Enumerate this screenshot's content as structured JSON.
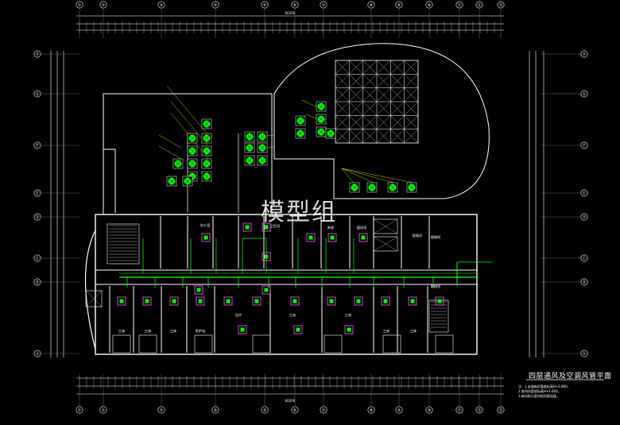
{
  "drawing": {
    "title": "四层通风及空调风管平面",
    "watermark": "模型组",
    "notes": [
      "注：1.走道新风管底标高H+2.800，",
      "2.房间风管底标高H+2.600，",
      "3.新风机与室内机风管连接。"
    ]
  },
  "grid": {
    "top_labels": [
      "①",
      "②",
      "③",
      "④",
      "⑤",
      "⑥",
      "⑦",
      "⑧",
      "⑨",
      "⑩",
      "⑪",
      "⑫",
      "⑬"
    ],
    "left_labels": [
      "Ⓗ",
      "Ⓖ",
      "Ⓕ",
      "Ⓔ",
      "Ⓓ",
      "Ⓒ",
      "Ⓑ",
      "Ⓐ"
    ],
    "overall_dim": "60200"
  },
  "rooms": {
    "upper": [
      "办公室",
      "卫生间",
      "库房",
      "值班室",
      "配电间",
      "楼梯间"
    ],
    "lower": [
      "三床",
      "三床",
      "三床",
      "医护站",
      "治疗",
      "三床",
      "三床",
      "三床",
      "三床",
      "楼梯间"
    ]
  },
  "colors": {
    "background": "#000000",
    "wall": "#ffffff",
    "grid": "#9a9a9a",
    "duct": "#00ff00",
    "unit": "#ff66ff",
    "dim": "#ffffff",
    "leader": "#ffff00"
  }
}
